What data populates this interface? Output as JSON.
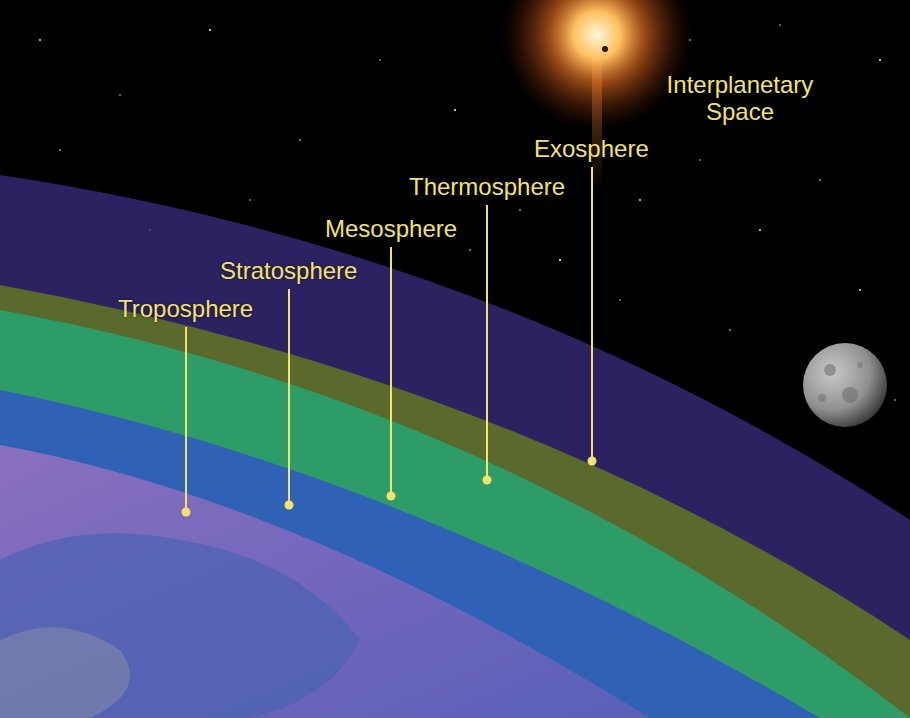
{
  "diagram": {
    "labels": [
      "Troposphere",
      "Stratosphere",
      "Mesosphere",
      "Thermosphere",
      "Exosphere",
      "Interplanetary Space"
    ]
  }
}
